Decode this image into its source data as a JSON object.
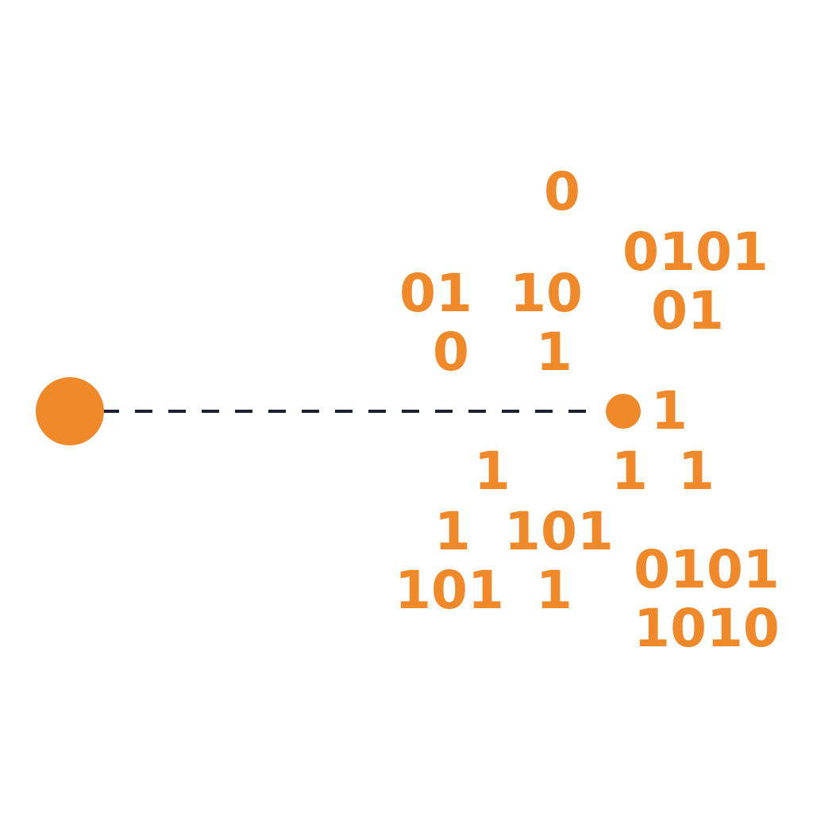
{
  "colors": {
    "accent": "#F0892A",
    "line": "#1E2230",
    "background": "#FFFFFF"
  },
  "binary_labels": [
    "0",
    "0101",
    "01",
    "10",
    "01",
    "0",
    "1",
    "1",
    "1",
    "1",
    "1",
    "1",
    "101",
    "101",
    "1",
    "0101",
    "1010"
  ]
}
